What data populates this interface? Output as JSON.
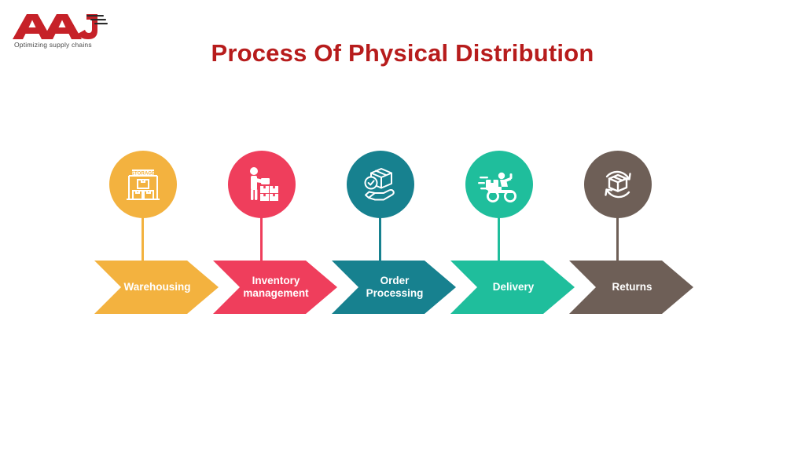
{
  "brand": {
    "logo_text": "AAJ",
    "tagline": "Optimizing supply chains",
    "logo_color": "#C62128"
  },
  "header": {
    "title": "Process Of Physical Distribution",
    "title_color": "#B71C1C"
  },
  "diagram": {
    "type": "process-flow",
    "orientation": "horizontal",
    "step_count": 5,
    "steps": [
      {
        "label": "Warehousing",
        "icon": "warehouse-storage-icon",
        "color": "#F3B23F",
        "icon_caption": "STORAGE"
      },
      {
        "label": "Inventory\nmanagement",
        "icon": "inventory-clerk-boxes-icon",
        "color": "#EF3E5C",
        "icon_caption": ""
      },
      {
        "label": "Order\nProcessing",
        "icon": "hand-box-check-icon",
        "color": "#17818F",
        "icon_caption": ""
      },
      {
        "label": "Delivery",
        "icon": "delivery-scooter-icon",
        "color": "#1FBE9C",
        "icon_caption": ""
      },
      {
        "label": "Returns",
        "icon": "box-return-arrows-icon",
        "color": "#6E5F57",
        "icon_caption": ""
      }
    ]
  }
}
